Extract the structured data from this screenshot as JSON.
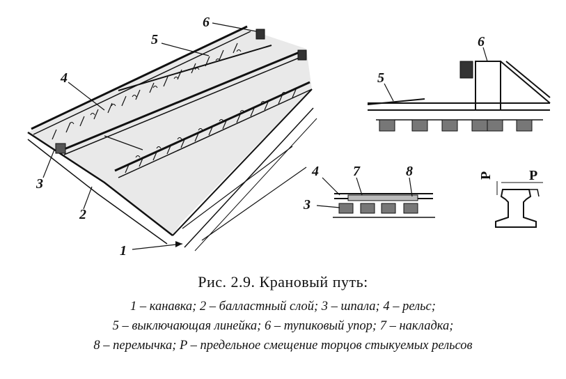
{
  "labels": {
    "n1": "1",
    "n2": "2",
    "n3": "3",
    "n4": "4",
    "n5": "5",
    "n6": "6",
    "n7": "7",
    "n8": "8",
    "P": "P"
  },
  "caption": {
    "title": "Рис. 2.9. Крановый путь:",
    "line1": "1 – канавка; 2 – балластный слой; 3 – шпала; 4 – рельс;",
    "line2": "5 – выключающая линейка; 6 – тупиковый упор; 7 – накладка;",
    "line3": "8 – перемычка; P – предельное смещение торцов стыкуемых рельсов"
  }
}
